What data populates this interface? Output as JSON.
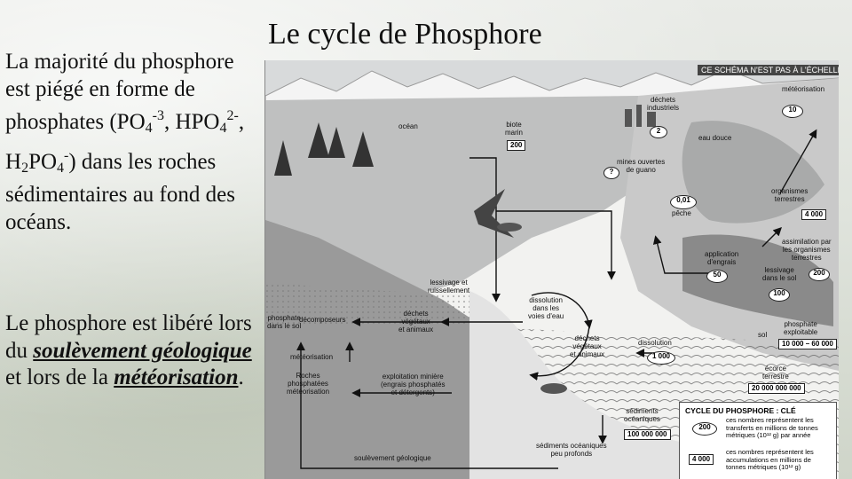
{
  "slide": {
    "title": "Le cycle de Phosphore",
    "block1": {
      "intro": "La majorité du phosphore est piégé en forme de phosphates (",
      "f1": "PO",
      "f1_sub": "4",
      "f1_sup": "-3",
      "sep1": ", ",
      "f2": "HPO",
      "f2_sub": "4",
      "f2_sup": "2-",
      "sep2": ", ",
      "f3a": "H",
      "f3a_sub": "2",
      "f3b": "PO",
      "f3b_sub": "4",
      "f3_sup": "-",
      "outro": ") dans les roches sédimentaires au fond des océans."
    },
    "block2": {
      "t1": "Le phosphore est libéré lors du ",
      "em1": "soulèvement géologique",
      "t2": " et lors de la ",
      "em2": "météorisation",
      "t3": "."
    }
  },
  "diagram": {
    "scale_note": "CE SCHÉMA N'EST PAS À L'ÉCHELLE",
    "labels": {
      "ocean": "océan",
      "biote": "biote\nmarin",
      "dechets_ind": "déchets\nindustriels",
      "eau_douce": "eau douce",
      "meteorisation_top": "météorisation",
      "mines": "mines ouvertes\nde guano",
      "peche": "pêche",
      "engrais": "application\nd'engrais",
      "organismes": "organismes\nterrestres",
      "assimilation": "assimilation par\nles organismes\nterrestres",
      "lessivage_sol": "lessivage\ndans le sol",
      "lessivage": "lessivage et\nruissellement",
      "dissolution_eau": "dissolution\ndans les\nvoies d'eau",
      "dissolution": "dissolution",
      "dechets_vg": "déchets\nvégétaux\net animaux",
      "dechets_va": "déchets\nvégétaux\net animaux",
      "decomposeurs": "décomposeurs",
      "phosphate_sol": "phosphate\ndans le sol",
      "sol": "sol",
      "meteorisation": "météorisation",
      "roches": "Roches\nphosphatées\nmétéorisation",
      "exploitation": "exploitation minière\n(engrais phosphatés\net détergents)",
      "soulevement": "soulèvement géologique",
      "sediments_oc": "sédiments\nocéaniques",
      "sediments_pp": "sédiments océaniques\npeu profonds",
      "phosphate_exp": "phosphate\nexploitable",
      "ecorce": "écorce\nterrestre"
    },
    "values": {
      "biote": "200",
      "dechets_ind": "2",
      "meteorisation_top": "10",
      "mines": "?",
      "peche": "0,01",
      "engrais": "50",
      "organismes": "4 000",
      "assimilation": "200",
      "lessivage_sol": "100",
      "dissolution": "1 000",
      "phosphate_exp": "10 000 – 60 000",
      "ecorce": "20 000 000 000",
      "sediments_oc": "100 000 000"
    },
    "key": {
      "title": "CYCLE DU PHOSPHORE : CLÉ",
      "oval_value": "200",
      "oval_text": "ces nombres représentent les\ntransferts en millions de tonnes\nmétriques (10¹² g) par année",
      "box_value": "4 000",
      "box_text": "ces nombres représentent les\naccumulations en millions de\ntonnes métriques (10¹² g)"
    }
  }
}
